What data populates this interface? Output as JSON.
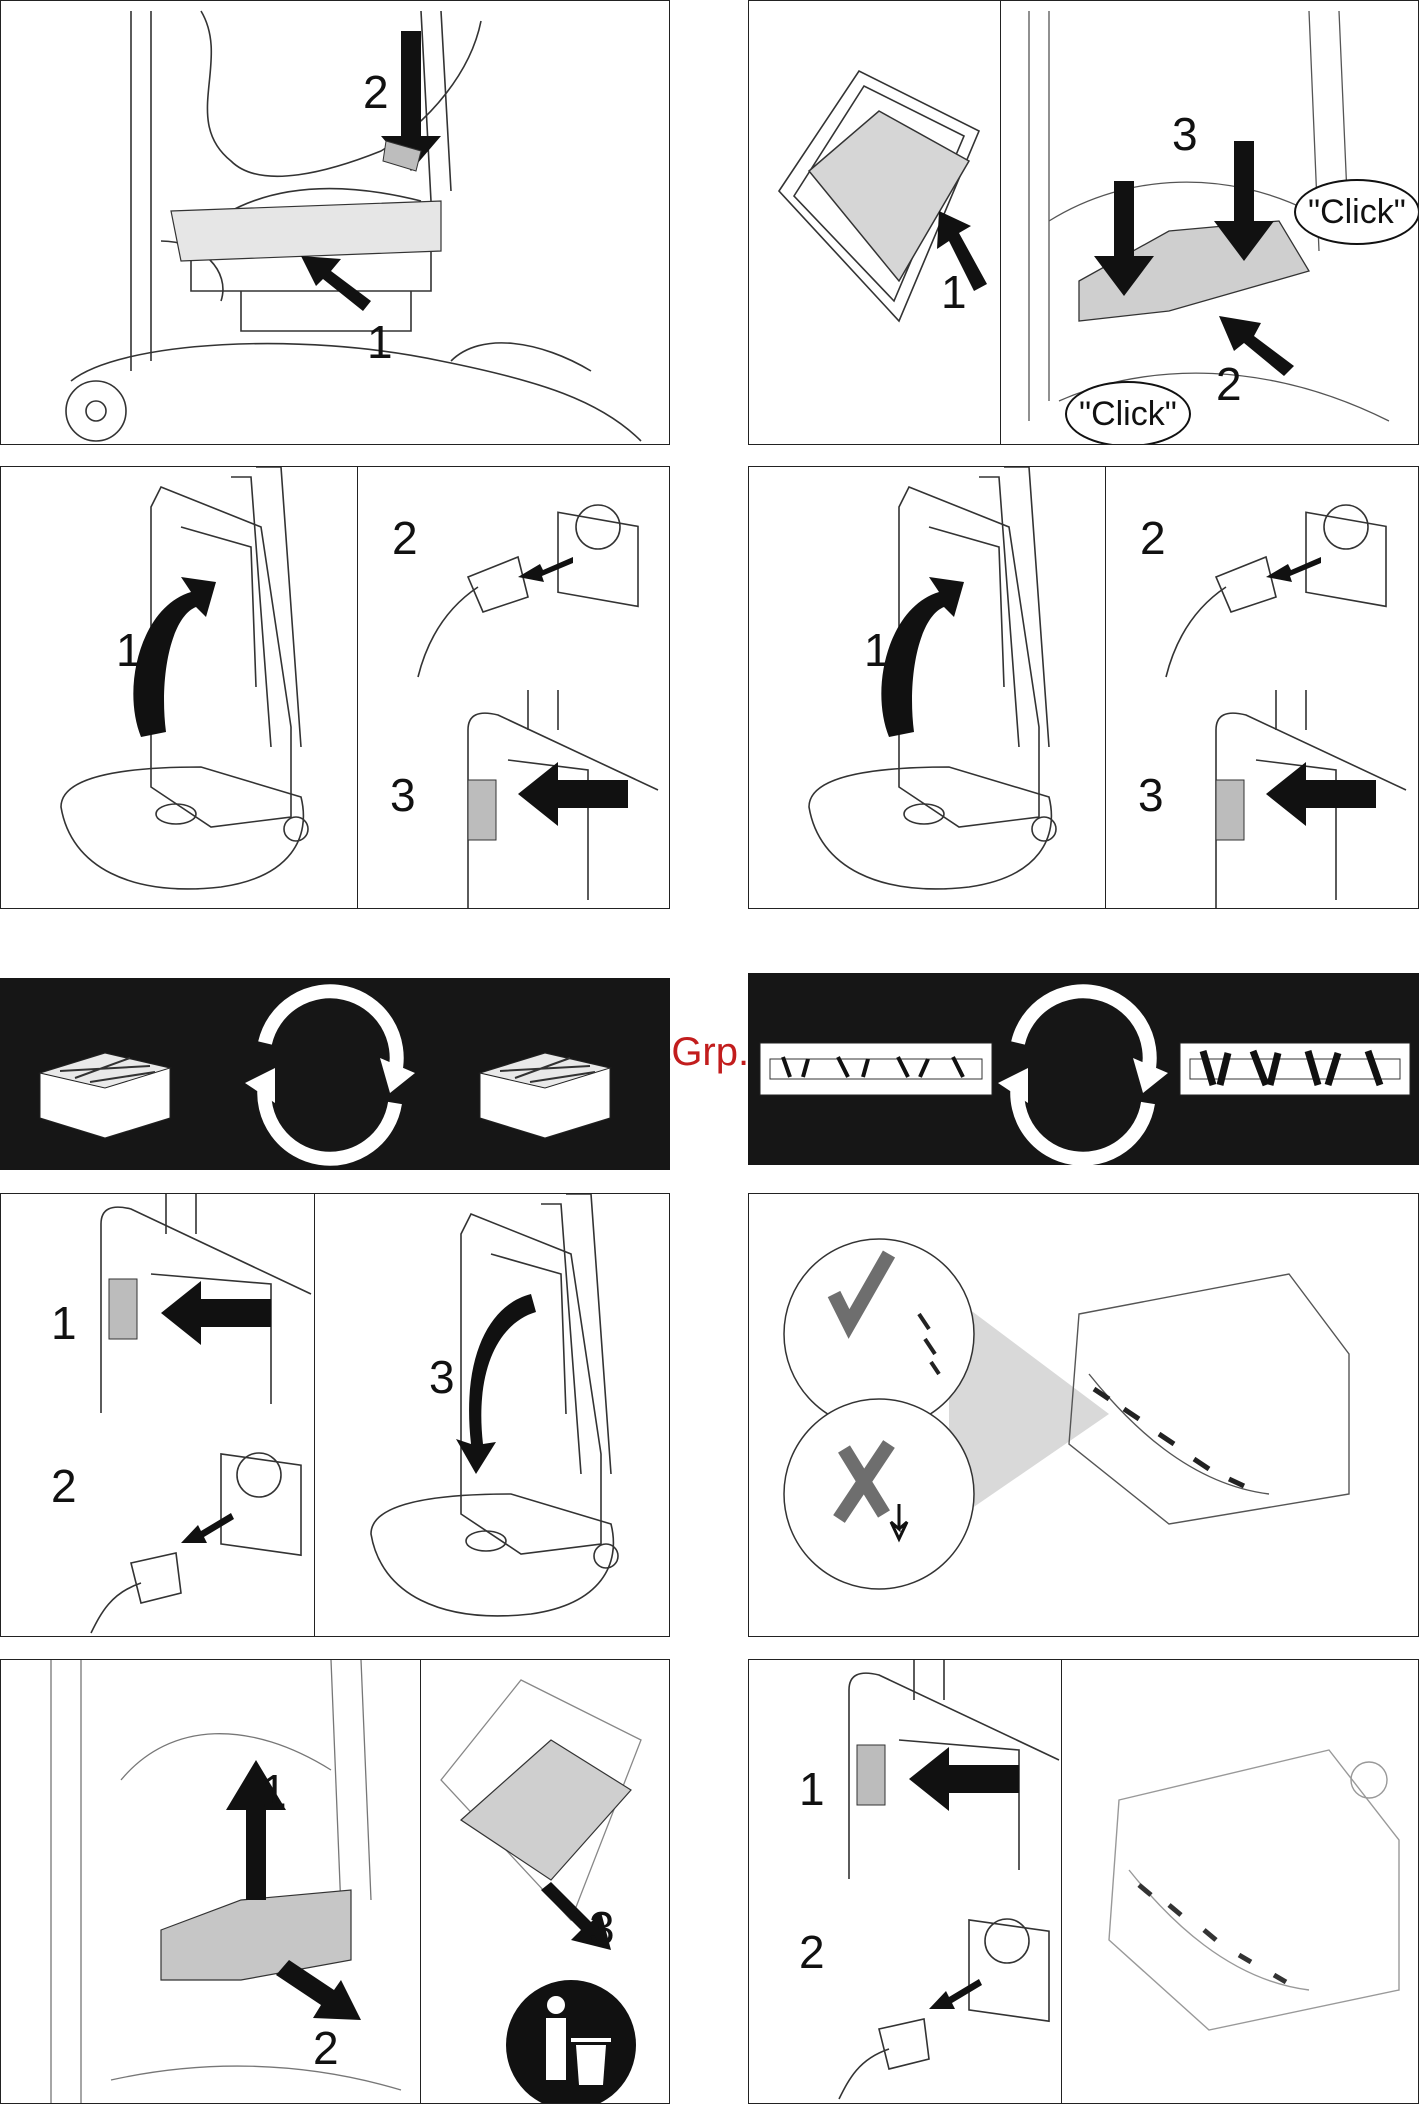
{
  "watermark": "McGrp.Ru",
  "steps": {
    "bag_change": {
      "n1": "1",
      "n2": "2"
    },
    "bag_insert": {
      "n1": "1",
      "n2": "2",
      "n3": "3",
      "click_a": "\"Click\"",
      "click_b": "\"Click\""
    },
    "unplug_left": {
      "n1": "1",
      "n2": "2",
      "n3": "3"
    },
    "unplug_right": {
      "n1": "1",
      "n2": "2",
      "n3": "3"
    },
    "replug_left": {
      "n1": "1",
      "n2": "2",
      "n3": "3"
    },
    "filter_remove": {
      "n1": "1",
      "n2": "2",
      "n3": "3"
    },
    "brush_switch": {
      "n1": "1",
      "n2": "2"
    }
  },
  "icons": {
    "filter_band": [
      "filter-icon",
      "exchange-cycle-icon",
      "filter-icon"
    ],
    "brush_band": [
      "brush-roller-icon",
      "exchange-cycle-icon",
      "brush-roller-icon"
    ],
    "check": "checkmark-icon",
    "cross": "cross-icon",
    "trash": "trash-bin-icon"
  },
  "colors": {
    "band": "#161616",
    "accent_gray": "#b5b5b5",
    "light_gray": "#d9d9d9"
  }
}
